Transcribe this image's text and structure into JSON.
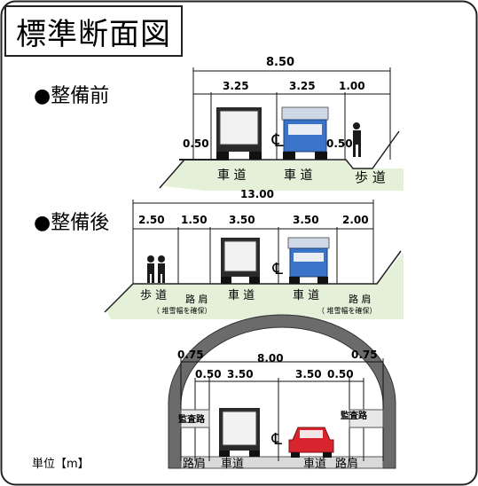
{
  "title": "標準断面図",
  "unit_label": "単位【m】",
  "before": {
    "heading": "●整備前",
    "total": "8.50",
    "dims": [
      "3.25",
      "3.25",
      "1.00"
    ],
    "shoulder_left": "0.50",
    "shoulder_right": "0.50",
    "lane1": "車 道",
    "lane2": "車 道",
    "sidewalk": "歩 道",
    "centerline": "℄"
  },
  "after": {
    "heading": "●整備後",
    "total": "13.00",
    "dims": [
      "2.50",
      "1.50",
      "3.50",
      "3.50",
      "2.00"
    ],
    "sidewalk": "歩 道",
    "shoulder_left": "路 肩",
    "shoulder_left_note": "（ 堆雪幅を確保）",
    "lane1": "車 道",
    "lane2": "車 道",
    "shoulder_right": "路 肩",
    "shoulder_right_note": "（ 堆雪幅を確保）",
    "centerline": "℄"
  },
  "tunnel": {
    "total": "8.00",
    "outer_left": "0.75",
    "outer_right": "0.75",
    "inner_left": "0.50",
    "inner_right": "0.50",
    "lane_left": "3.50",
    "lane_right": "3.50",
    "walkway_left": "監査路",
    "walkway_right": "監査路",
    "shoulder_left": "路肩",
    "lane1": "車道",
    "lane2": "車道",
    "shoulder_right": "路肩",
    "centerline": "℄"
  },
  "colors": {
    "ground": "#e4f1d8",
    "ground_line": "#222222",
    "tunnel_shell": "#6b6b6b",
    "truck_cab_blue": "#3b73c8",
    "car_red": "#d8242e",
    "person": "#1a1a1a"
  }
}
